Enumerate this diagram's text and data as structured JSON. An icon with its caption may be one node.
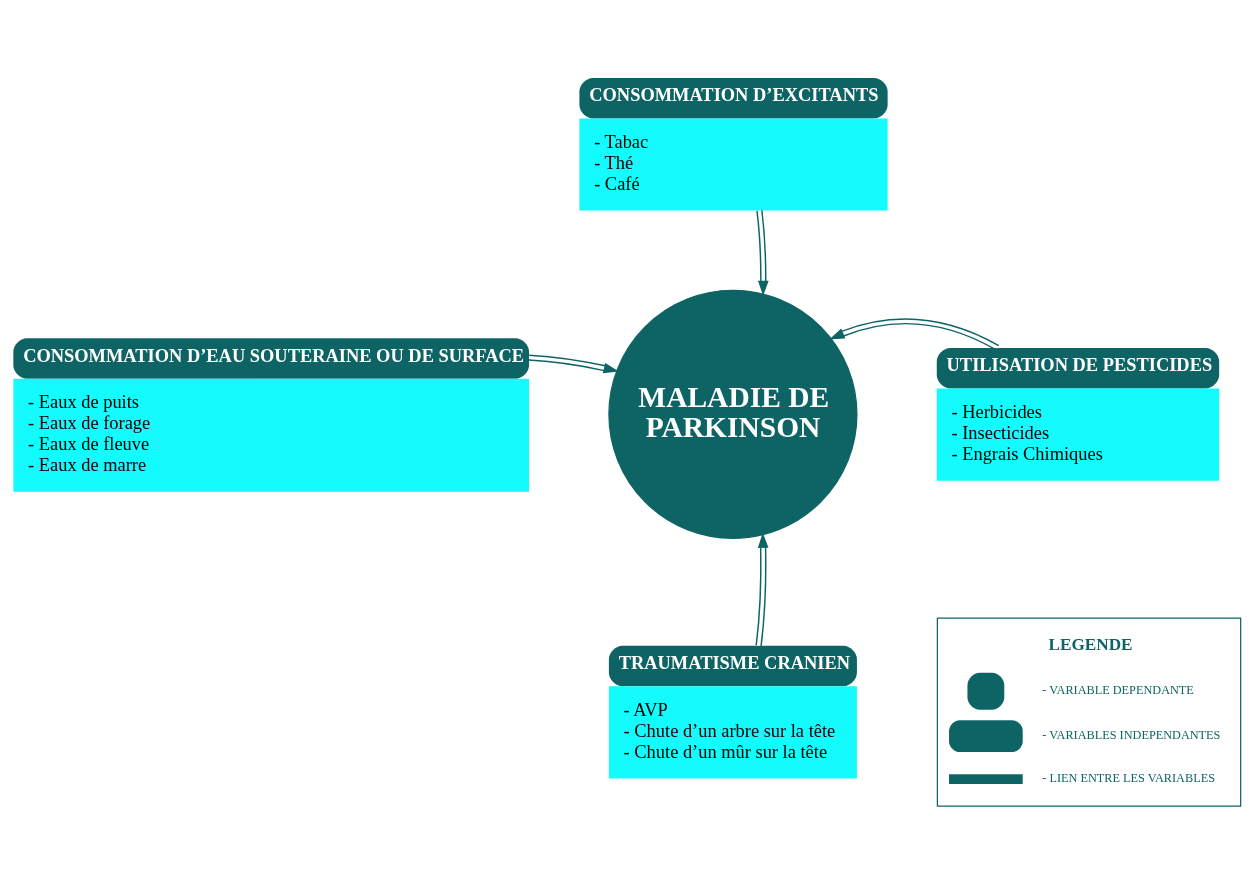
{
  "diagram": {
    "nodes": [
      {
        "text": [
          "CONSOMMATION D’EXCITANTS",
          "- Tabac",
          "- Thé",
          "- Café"
        ]
      },
      {
        "text": [
          "CONSOMMATION D’EAU SOUTERAINE OU DE SURFACE",
          "- Eaux de puits",
          "- Eaux de forage",
          "- Eaux de fleuve",
          "- Eaux de marre"
        ]
      },
      {
        "text": [
          "MALADIE DE PARKINSON"
        ]
      },
      {
        "text": [
          "UTILISATION DE PESTICIDES",
          "- Herbicides",
          "- Insecticides",
          "- Engrais Chimiques"
        ]
      },
      {
        "text": [
          "TRAUMATISME CRANIEN",
          "- AVP",
          "- Chute d’un arbre sur la tête",
          "- Chute d’un mûr sur la tête"
        ]
      }
    ],
    "edges": [
      {
        "from": 0,
        "to": 2,
        "arrow": "to"
      },
      {
        "from": 1,
        "to": 2,
        "arrow": "to"
      },
      {
        "from": 3,
        "to": 2,
        "arrow": "to"
      },
      {
        "from": 4,
        "to": 2,
        "arrow": "to"
      }
    ],
    "labels": [
      "LEGENDE"
    ],
    "legend": [
      {
        "text": "- VARIABLE DEPENDANTE"
      },
      {
        "text": "- VARIABLES INDEPENDANTES"
      },
      {
        "text": "- LIEN ENTRE LES VARIABLES"
      }
    ]
  }
}
